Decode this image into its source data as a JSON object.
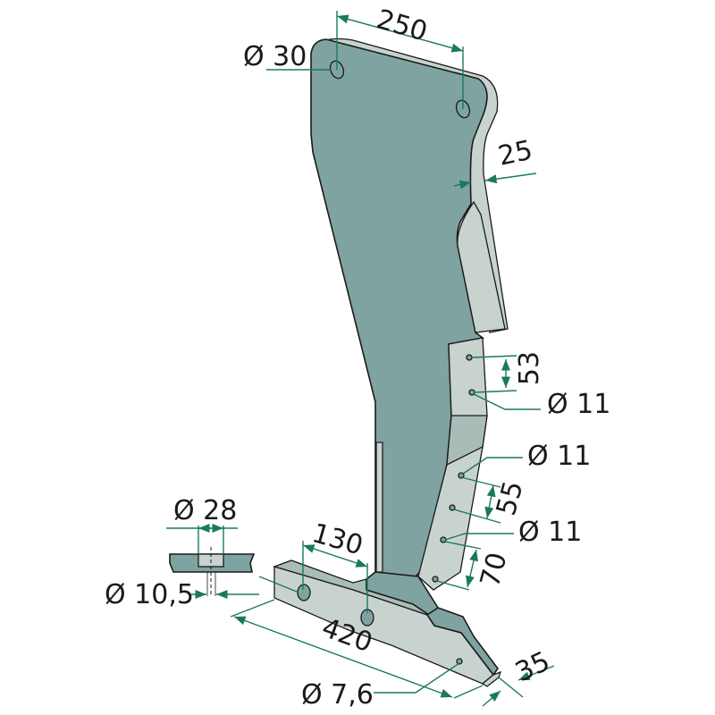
{
  "drawing": {
    "title": "Plough share point / leg technical drawing",
    "colors": {
      "part": "#7fa3a0",
      "part_light": "#c8d3cf",
      "dimension_line": "#1b7a5e"
    },
    "dimensions": {
      "top_hole_spacing": "250",
      "top_hole_diameter": "Ø 30",
      "plate_thickness": "25",
      "upper_hole_spacing": "53",
      "upper_hole_diameter": "Ø 11",
      "middle_hole_diameter": "Ø 11",
      "middle_hole_spacing": "55",
      "lower_hole_diameter": "Ø 11",
      "lower_hole_spacing": "70",
      "section_diameter": "Ø 28",
      "section_bore_diameter": "Ø 10,5",
      "base_hole_spacing": "130",
      "base_length": "420",
      "tip_hole_diameter": "Ø 7,6",
      "tip_width": "35"
    }
  }
}
